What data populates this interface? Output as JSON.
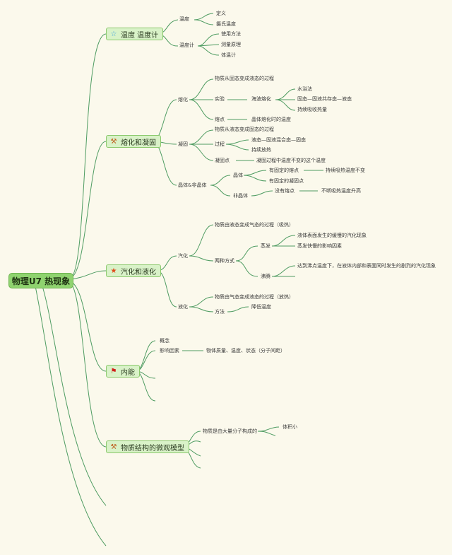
{
  "root": "物理U7 热现象",
  "topics": {
    "t1": {
      "label": "温度 温度计",
      "icon": "star-outline-icon"
    },
    "t2": {
      "label": "熔化和凝固",
      "icon": "hammer-icon"
    },
    "t3": {
      "label": "汽化和液化",
      "icon": "star-icon"
    },
    "t4": {
      "label": "内能",
      "icon": "flag-icon"
    },
    "t5": {
      "label": "物质结构的微观模型",
      "icon": "hammer-icon"
    }
  },
  "nodes": {
    "wendu": "温度",
    "dingyi": "定义",
    "sheshi": "摄氏温度",
    "wenduji": "温度计",
    "shiyong": "使用方法",
    "celiang": "测量原理",
    "tiwenji": "体温计",
    "ronghua": "熔化",
    "rh_def": "物质从固态变成液态的过程",
    "shiyan": "实验",
    "haibo": "海波熔化",
    "shuiyu": "水浴法",
    "gutai": "固态—固液共存态—液态",
    "chixu_x": "持续吸收热量",
    "rongdian": "熔点",
    "rongdian_def": "晶体熔化时的温度",
    "ninggu": "凝固",
    "ng_def": "物质从液态变成固态的过程",
    "guocheng": "过程",
    "yetai": "液态—固液混合态—固态",
    "chixu_f": "持续放热",
    "ningdian": "凝固点",
    "ningdian_def": "凝固过程中温度不变的这个温度",
    "jingti_fei": "晶体&非晶体",
    "jingti": "晶体",
    "you_rd": "有固定的熔点",
    "chixu_bb": "持续吸热温度不变",
    "you_nd": "有固定的凝固点",
    "feijingti": "非晶体",
    "meiyou": "没有熔点",
    "buduan": "不断吸热温度升高",
    "qihua": "汽化",
    "qh_def": "物质由液态变成气态的过程（吸热）",
    "liangzhong": "两种方式",
    "zhengfa": "蒸发",
    "zf1": "液体表面发生的缓慢的汽化现象",
    "zf2": "蒸发快慢的影响因素",
    "feiteng": "沸腾",
    "ft1": "达到沸点温度下，在液体内部和表面同时发生的剧烈的汽化现象",
    "yehua": "液化",
    "yh_def": "物质由气态变成液态的过程（放热）",
    "fangfa": "方法",
    "jiangdi": "降低温度",
    "gainian": "概念",
    "yingxiang": "影响因素",
    "yx_def": "物体质量、温度、状态（分子间距）",
    "wuzhi": "物质是由大量分子构成的",
    "tiji": "体积小"
  },
  "colors": {
    "line": "#4f9c62",
    "root_bg": "#8fd36f",
    "topic_bg": "#d9f2c8",
    "bg": "#fbf9ec"
  }
}
